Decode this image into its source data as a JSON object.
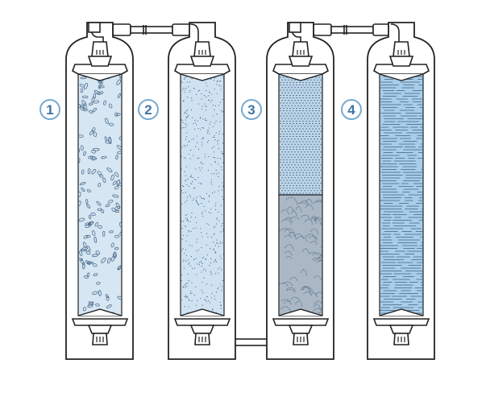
{
  "stages": [
    {
      "number": "1",
      "media": "large-granules",
      "fill": "#d6e6f2",
      "pattern": "ovals"
    },
    {
      "number": "2",
      "media": "fine-particles",
      "fill": "#cfe2f1",
      "pattern": "dots"
    },
    {
      "number": "3",
      "media": "layered-two-media",
      "fill_top": "#bcd4e8",
      "fill_bottom": "#aab8c6",
      "pattern": "dashes-and-swirls"
    },
    {
      "number": "4",
      "media": "fibrous-block",
      "fill": "#a9cde8",
      "pattern": "lines"
    }
  ],
  "colors": {
    "outline": "#222222",
    "badge_ring": "#7aaad0",
    "badge_text": "#3f74a6",
    "pipe": "#ffffff"
  }
}
